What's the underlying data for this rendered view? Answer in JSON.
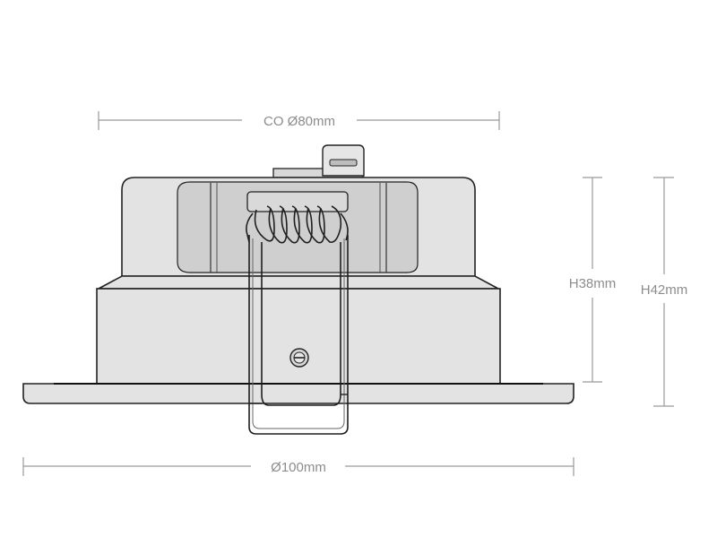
{
  "dimensions": {
    "cutout_label": "CO Ø80mm",
    "height_inner_label": "H38mm",
    "height_outer_label": "H42mm",
    "diameter_label": "Ø100mm"
  },
  "colors": {
    "body": "#e3e3e3",
    "inset": "#cfcfcf",
    "outline": "#222222",
    "dimension": "#9a9a9a"
  }
}
